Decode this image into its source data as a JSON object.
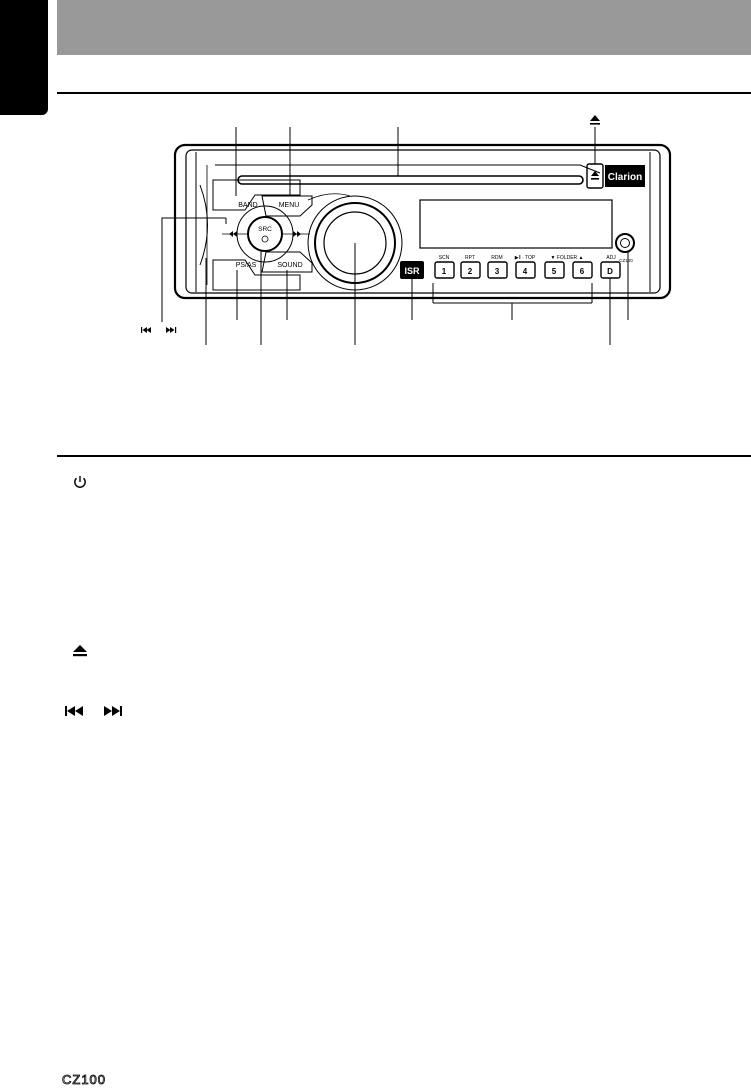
{
  "panel": {
    "labels": {
      "band": "BAND",
      "menu": "MENU",
      "src": "SRC",
      "ps_as": "PS/AS",
      "sound": "SOUND",
      "isr": "ISR",
      "brand": "Clarion",
      "model_small": "CZ100",
      "adj": "ADJ",
      "d_button": "D"
    },
    "presets": [
      {
        "top": "SCN",
        "num": "1"
      },
      {
        "top": "RPT",
        "num": "2"
      },
      {
        "top": "RDM",
        "num": "3"
      },
      {
        "top": "▶‖ · TOP",
        "num": "4"
      },
      {
        "top": "▼ FOLDER ▲",
        "num": "5"
      },
      {
        "top": "",
        "num": "6"
      }
    ]
  },
  "footer": {
    "model": "CZ100"
  }
}
